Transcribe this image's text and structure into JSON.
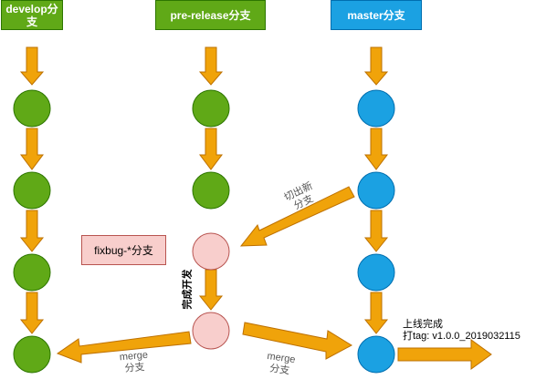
{
  "branches": {
    "develop": {
      "label_line1": "develop分",
      "label_line2": "支",
      "color": "#60a917"
    },
    "prerelease": {
      "label": "pre-release分支",
      "color": "#60a917"
    },
    "master": {
      "label": "master分支",
      "color": "#1ba1e2"
    }
  },
  "fixbug_box": {
    "label": "fixbug-*分支",
    "color": "#f8cecc"
  },
  "labels": {
    "cut_new_branch_line1": "切出新",
    "cut_new_branch_line2": "分支",
    "finish_dev": "完成开发",
    "merge_left_line1": "merge",
    "merge_left_line2": "分支",
    "merge_right_line1": "merge",
    "merge_right_line2": "分支",
    "release_line1": "上线完成",
    "release_line2": "打tag: v1.0.0_2019032115"
  },
  "colors": {
    "arrow_fill": "#f0a30a",
    "arrow_stroke": "#bd7000",
    "green_node": "#60a917",
    "green_node_stroke": "#2d7600",
    "blue_node": "#1ba1e2",
    "blue_node_stroke": "#006eaf",
    "pink_node": "#f8cecc",
    "pink_node_stroke": "#b85450"
  }
}
